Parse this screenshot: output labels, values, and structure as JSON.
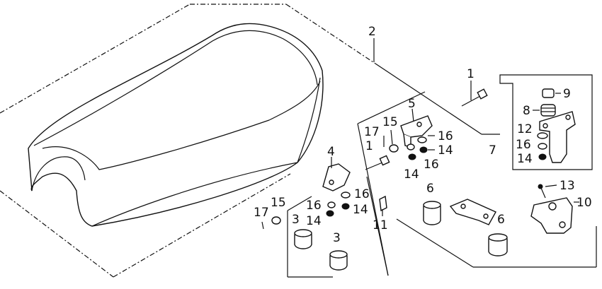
{
  "diagram": {
    "callouts": [
      {
        "id": "c2",
        "text": "2"
      },
      {
        "id": "c1a",
        "text": "1"
      },
      {
        "id": "c9",
        "text": "9"
      },
      {
        "id": "c8",
        "text": "8"
      },
      {
        "id": "c5",
        "text": "5"
      },
      {
        "id": "c15a",
        "text": "15"
      },
      {
        "id": "c17a",
        "text": "17"
      },
      {
        "id": "c16a",
        "text": "16"
      },
      {
        "id": "c12",
        "text": "12"
      },
      {
        "id": "c14a",
        "text": "14"
      },
      {
        "id": "c1b",
        "text": "1"
      },
      {
        "id": "c16b",
        "text": "16"
      },
      {
        "id": "c7",
        "text": "7"
      },
      {
        "id": "c16c",
        "text": "16"
      },
      {
        "id": "c14b",
        "text": "14"
      },
      {
        "id": "c4",
        "text": "4"
      },
      {
        "id": "c14c",
        "text": "14"
      },
      {
        "id": "c6a",
        "text": "6"
      },
      {
        "id": "c13",
        "text": "13"
      },
      {
        "id": "c16d",
        "text": "16"
      },
      {
        "id": "c10",
        "text": "10"
      },
      {
        "id": "c16e",
        "text": "16"
      },
      {
        "id": "c15b",
        "text": "15"
      },
      {
        "id": "c14d",
        "text": "14"
      },
      {
        "id": "c17b",
        "text": "17"
      },
      {
        "id": "c3a",
        "text": "3"
      },
      {
        "id": "c14e",
        "text": "14"
      },
      {
        "id": "c11",
        "text": "11"
      },
      {
        "id": "c6b",
        "text": "6"
      },
      {
        "id": "c3b",
        "text": "3"
      }
    ]
  }
}
